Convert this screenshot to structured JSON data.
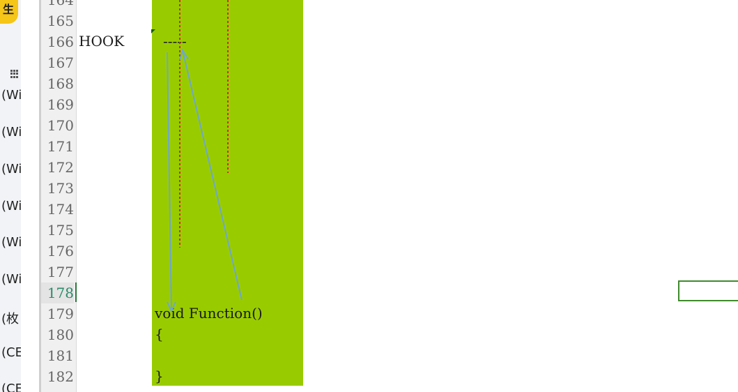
{
  "sidebar": {
    "logo_glyph": "生",
    "items": [
      "(Wi",
      "(Wi",
      "(Wi",
      "(Wi",
      "(Wi",
      "(Wi",
      "(枚",
      "(CE",
      "(CE"
    ]
  },
  "gutter": {
    "lines": [
      "164",
      "165",
      "166",
      "167",
      "168",
      "169",
      "170",
      "171",
      "172",
      "173",
      "174",
      "175",
      "176",
      "177",
      "178",
      "179",
      "180",
      "181",
      "182"
    ],
    "active_line": "178"
  },
  "editor": {
    "hook_label": "HOOK",
    "dashes": "-----",
    "function_signature": "void Function()",
    "open_brace": "{",
    "close_brace": "}"
  },
  "colors": {
    "code_block_bg": "#99cc00",
    "arrow": "#6fa8c8",
    "dotted_line": "#e0202a",
    "active_line_number": "#2a8a6a",
    "cell_cursor": "#3f8a2c"
  }
}
